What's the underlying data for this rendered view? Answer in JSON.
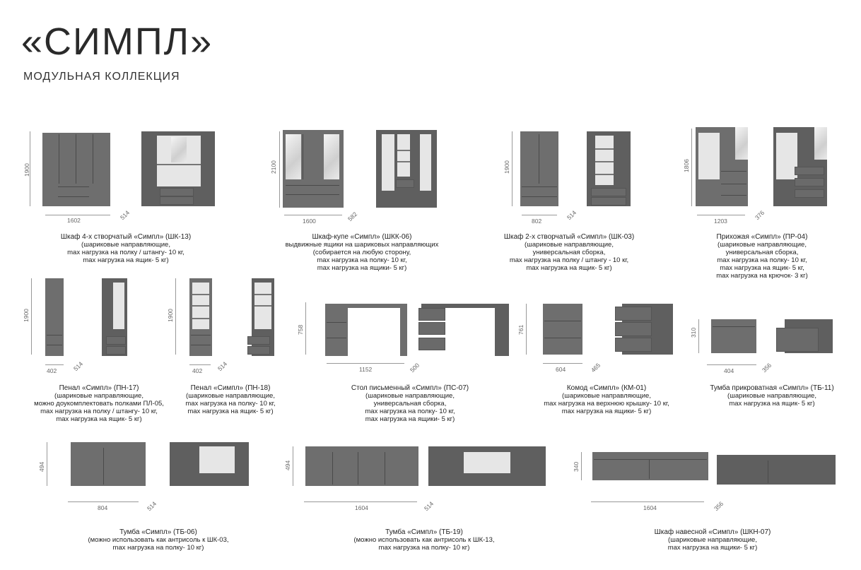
{
  "header": {
    "title": "«СИМПЛ»",
    "subtitle": "МОДУЛЬНАЯ КОЛЛЕКЦИЯ"
  },
  "products": [
    {
      "name": "Шкаф 4-х створчатый «Симпл» (ШК-13)",
      "lines": [
        "(шариковые направляющие,",
        "max нагрузка на полку / штангу- 10 кг,",
        "max нагрузка на ящик- 5 кг)"
      ],
      "dims": {
        "h": "1900",
        "w": "1602",
        "d": "514"
      }
    },
    {
      "name": "Шкаф-купе «Симпл» (ШКК-06)",
      "lines": [
        "выдвижные ящики на шариковых направляющих",
        "(собирается на любую сторону,",
        "max нагрузка на полку- 10 кг,",
        "max нагрузка на ящики- 5 кг)"
      ],
      "dims": {
        "h": "2100",
        "w": "1600",
        "d": "582"
      }
    },
    {
      "name": "Шкаф 2-х створчатый «Симпл» (ШК-03)",
      "lines": [
        "(шариковые направляющие,",
        "универсальная сборка,",
        "max нагрузка на полку / штангу - 10 кг,",
        "max нагрузка на ящик- 5 кг)"
      ],
      "dims": {
        "h": "1900",
        "w": "802",
        "d": "514"
      }
    },
    {
      "name": "Прихожая «Симпл» (ПР-04)",
      "lines": [
        "(шариковые направляющие,",
        "универсальная сборка,",
        "max нагрузка на полку- 10 кг,",
        "max нагрузка на ящик- 5 кг,",
        "max нагрузка на крючок- 3 кг)"
      ],
      "dims": {
        "h": "1806",
        "w": "1203",
        "d": "376"
      }
    },
    {
      "name": "Пенал «Симпл» (ПН-17)",
      "lines": [
        "(шариковые направляющие,",
        "можно доукомплектовать полками ПЛ-05,",
        "max нагрузка на полку / штангу- 10 кг,",
        "max нагрузка на ящик- 5 кг)"
      ],
      "dims": {
        "h": "1900",
        "w": "402",
        "d": "514"
      }
    },
    {
      "name": "Пенал «Симпл» (ПН-18)",
      "lines": [
        "(шариковые направляющие,",
        "max нагрузка на полку- 10 кг,",
        "max нагрузка на ящик- 5 кг)"
      ],
      "dims": {
        "h": "1900",
        "w": "402",
        "d": "514"
      }
    },
    {
      "name": "Стол письменный «Симпл» (ПС-07)",
      "lines": [
        "(шариковые направляющие,",
        "универсальная сборка,",
        "max нагрузка на полку- 10 кг,",
        "max нагрузка на ящики- 5 кг)"
      ],
      "dims": {
        "h": "758",
        "w": "1152",
        "d": "500"
      }
    },
    {
      "name": "Комод «Симпл» (КМ-01)",
      "lines": [
        "(шариковые направляющие,",
        "max нагрузка на верхнюю крышку- 10 кг,",
        "max нагрузка на ящики- 5 кг)"
      ],
      "dims": {
        "h": "761",
        "w": "604",
        "d": "465"
      }
    },
    {
      "name": "Тумба прикроватная «Симпл» (ТБ-11)",
      "lines": [
        "(шариковые направляющие,",
        "max нагрузка на ящик- 5 кг)"
      ],
      "dims": {
        "h": "310",
        "w": "404",
        "d": "356"
      }
    },
    {
      "name": "Тумба «Симпл» (ТБ-06)",
      "lines": [
        "(можно использовать как антрисоль к ШК-03,",
        "max нагрузка на полку- 10 кг)"
      ],
      "dims": {
        "h": "494",
        "w": "804",
        "d": "514"
      }
    },
    {
      "name": "Тумба «Симпл» (ТБ-19)",
      "lines": [
        "(можно использовать как антрисоль к ШК-13,",
        "max нагрузка на полку- 10 кг)"
      ],
      "dims": {
        "h": "494",
        "w": "1604",
        "d": "514"
      }
    },
    {
      "name": "Шкаф навесной «Симпл» (ШКН-07)",
      "lines": [
        "(шариковые направляющие,",
        "max нагрузка на ящики- 5 кг)"
      ],
      "dims": {
        "h": "340",
        "w": "1604",
        "d": "356"
      }
    }
  ]
}
